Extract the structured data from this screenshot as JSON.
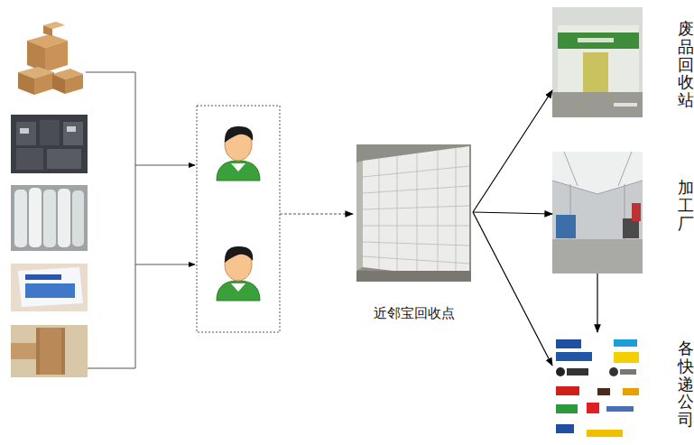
{
  "diagram": {
    "nodes": [
      {
        "text": [
          "近邻宝回收点"
        ]
      },
      {
        "text": [
          "废品回收站"
        ]
      },
      {
        "text": [
          "加工厂"
        ]
      },
      {
        "text": [
          "各快递公司"
        ]
      }
    ],
    "edges": [
      {
        "from": 0,
        "to": 1,
        "arrow": "to"
      },
      {
        "from": 0,
        "to": 2,
        "arrow": "to"
      },
      {
        "from": 0,
        "to": 3,
        "arrow": "to"
      },
      {
        "from": 2,
        "to": 3,
        "arrow": "to"
      }
    ]
  }
}
